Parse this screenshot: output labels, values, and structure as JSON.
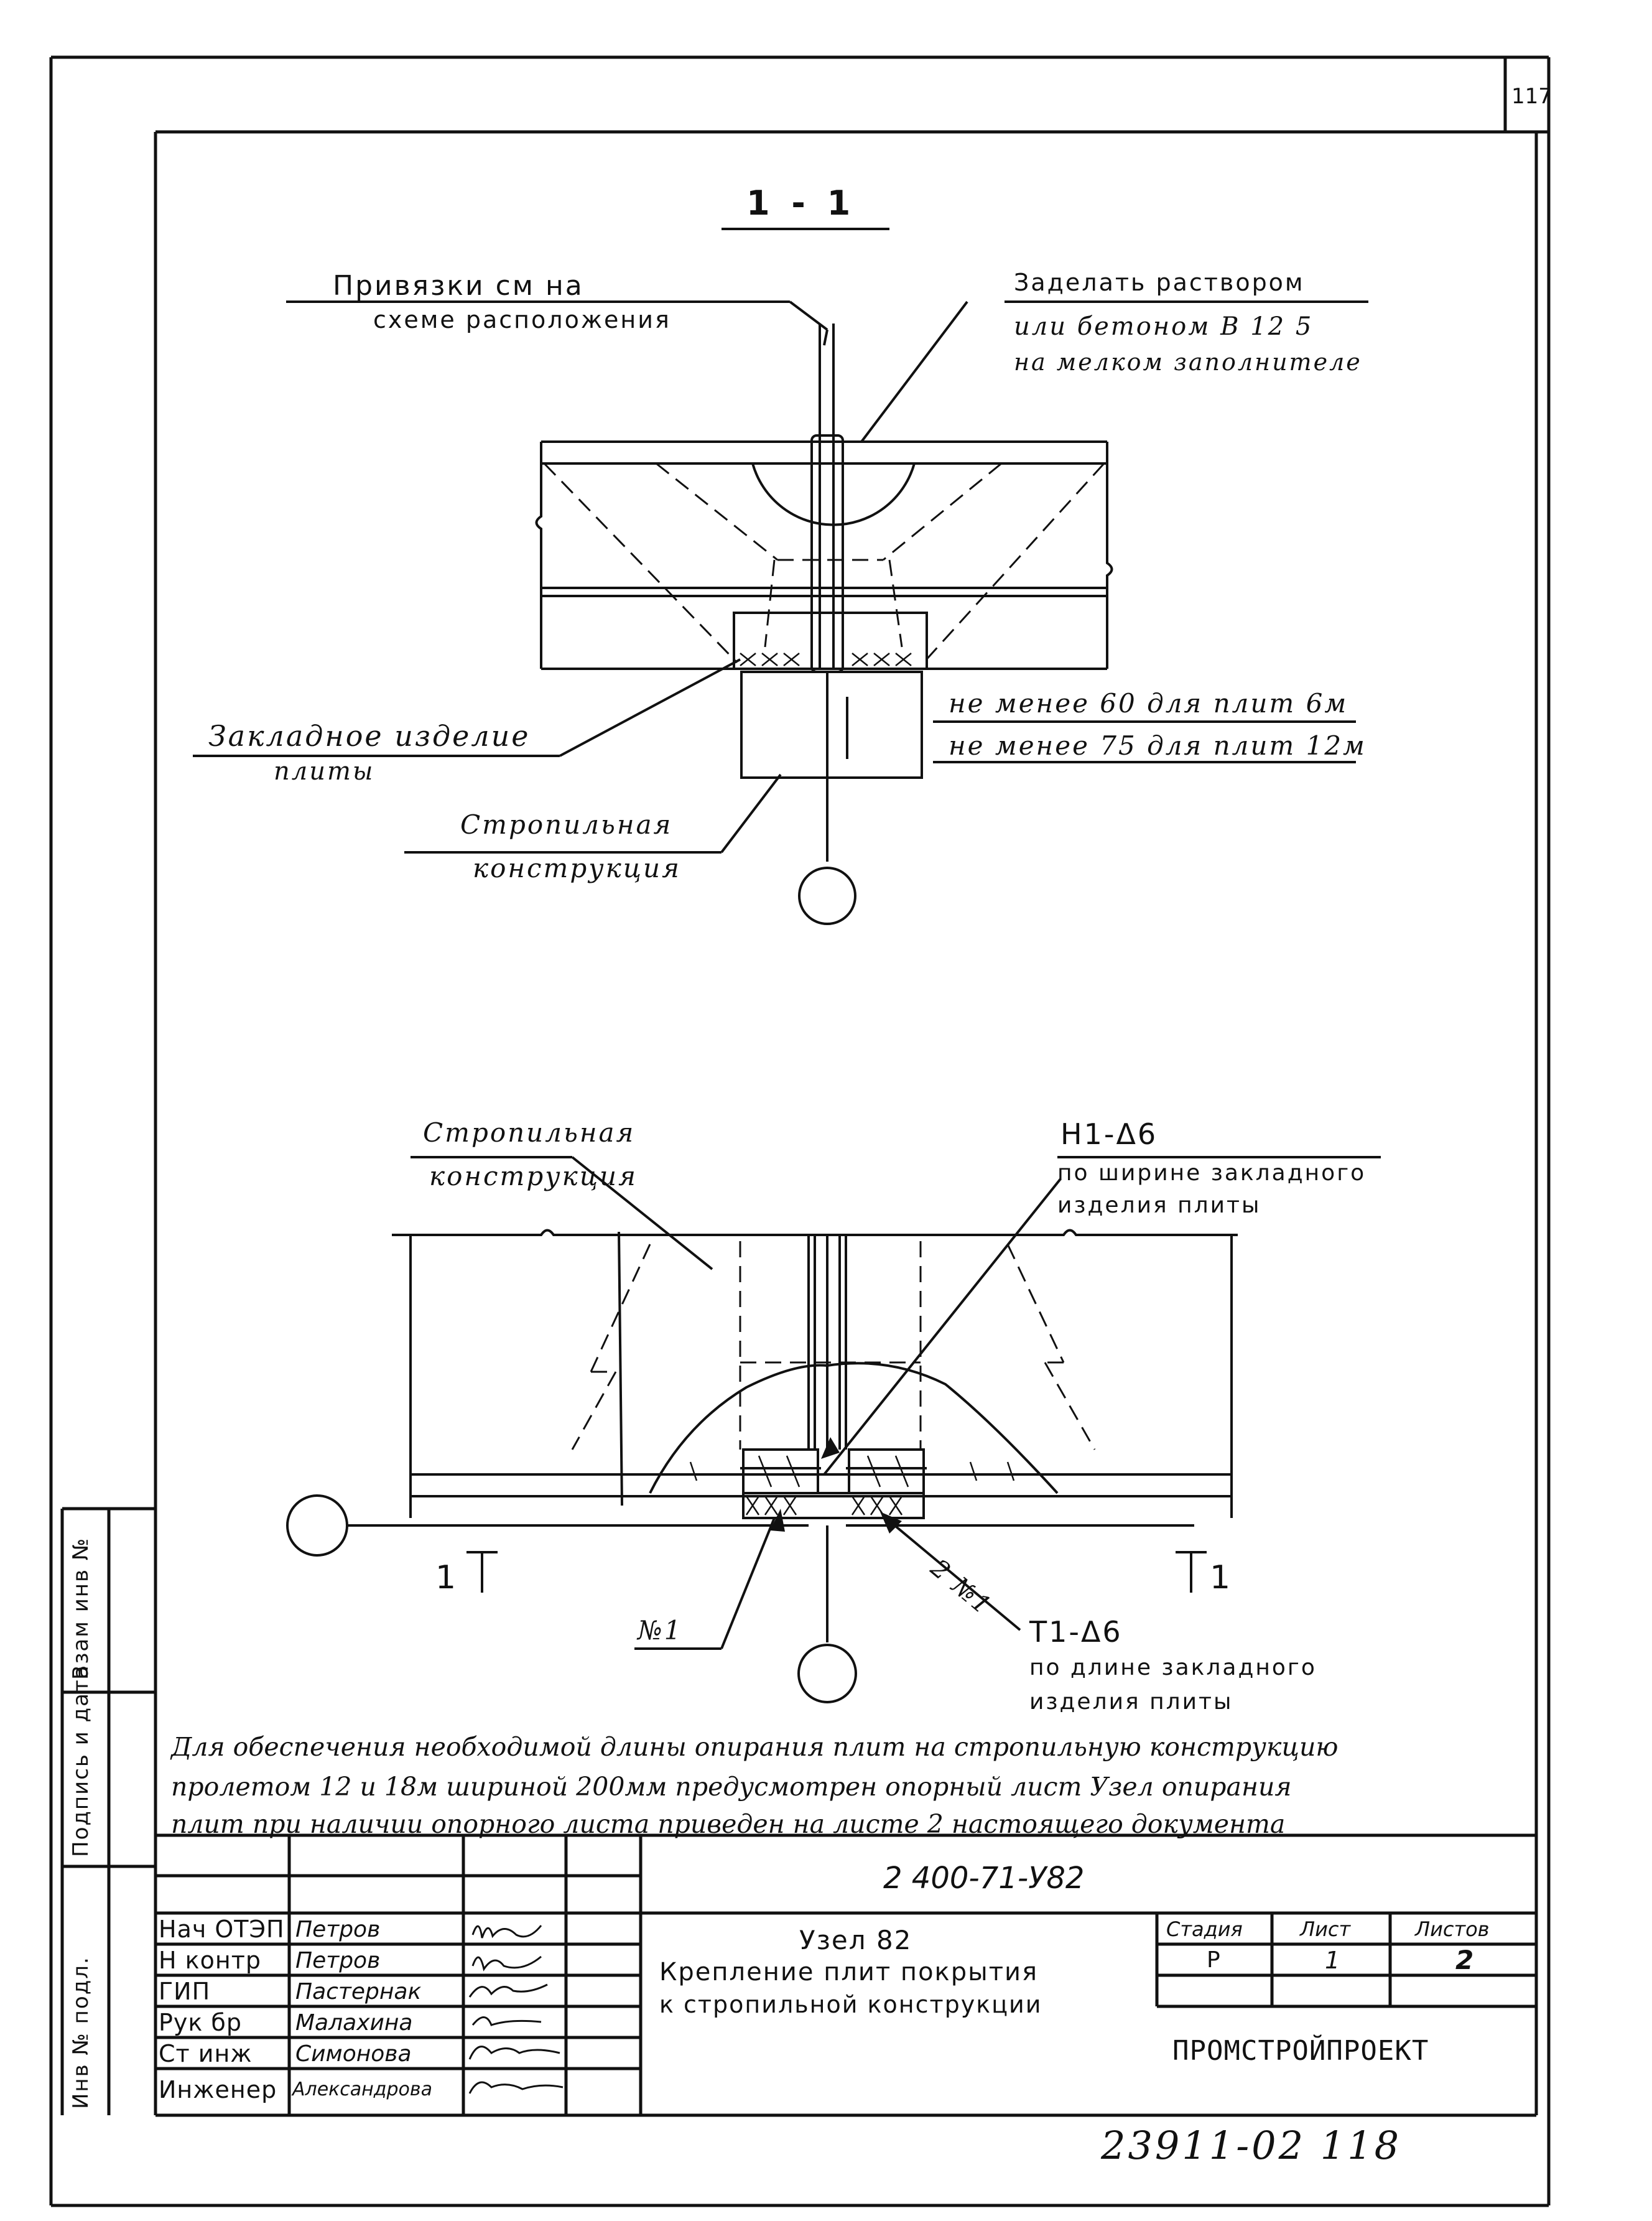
{
  "sheet_corner_number": "117",
  "section_title": "1 - 1",
  "top_view": {
    "ref_note_line1": "Привязки см на",
    "ref_note_line2": "схеме расположения",
    "grout_note_line1": "Заделать раствором",
    "grout_note_line2": "или бетоном В 12 5",
    "grout_note_line3": "на мелком заполнителе",
    "embedded_line1": "Закладное изделие",
    "embedded_line2": "плиты",
    "min60": "не менее 60 для плит 6м",
    "min75": "не менее 75 для плит 12м",
    "truss_line1": "Стропильная",
    "truss_line2": "конструкция"
  },
  "bottom_view": {
    "truss_line1": "Стропильная",
    "truss_line2": "конструкция",
    "weld1_symbol": "Н1-Δ6",
    "weld1_line1": "по ширине закладного",
    "weld1_line2": "изделия плиты",
    "marker_2n1": "2 №1",
    "marker_n1": "№1",
    "weld2_symbol": "Т1-Δ6",
    "weld2_line1": "по длине закладного",
    "weld2_line2": "изделия плиты",
    "section_mark_left": "1",
    "section_mark_right": "1"
  },
  "note": {
    "line1": "Для обеспечения необходимой длины опирания плит на стропильную конструкцию",
    "line2": "пролетом 12 и 18м шириной 200мм предусмотрен опорный лист Узел опирания",
    "line3": "плит при наличии опорного листа приведен на листе 2 настоящего документа"
  },
  "left_stamp": {
    "vzam": "Взам инв №",
    "podpis": "Подпись и дата",
    "inv": "Инв № подл."
  },
  "title_block": {
    "doc_code": "2 400-71-У82",
    "staff": [
      {
        "role": "Нач ОТЭП",
        "name": "Петров"
      },
      {
        "role": "Н контр",
        "name": "Петров"
      },
      {
        "role": "ГИП",
        "name": "Пастернак"
      },
      {
        "role": "Рук бр",
        "name": "Малахина"
      },
      {
        "role": "Ст инж",
        "name": "Симонова"
      },
      {
        "role": "Инженер",
        "name": "Александрова"
      }
    ],
    "title_line1": "Узел 82",
    "title_line2": "Крепление плит покрытия",
    "title_line3": "к стропильной конструкции",
    "stage_header": "Стадия",
    "sheet_header": "Лист",
    "sheets_header": "Листов",
    "stage": "Р",
    "sheet": "1",
    "sheets": "2",
    "org": "ПРОМСТРОЙПРОЕКТ"
  },
  "bottom_number": "23911-02 118"
}
